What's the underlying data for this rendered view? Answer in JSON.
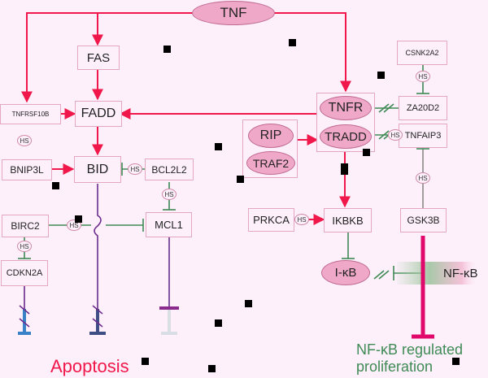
{
  "nodes": {
    "tnf": "TNF",
    "fas": "FAS",
    "fadd": "FADD",
    "tnfrsf10b": "TNFRSF10B",
    "bnip3l": "BNIP3L",
    "bid": "BID",
    "bcl2l2": "BCL2L2",
    "birc2": "BIRC2",
    "mcl1": "MCL1",
    "cdkn2a": "CDKN2A",
    "tnfr": "TNFR",
    "tradd": "TRADD",
    "rip": "RIP",
    "traf2": "TRAF2",
    "csnk2a2": "CSNK2A2",
    "za20d2": "ZA20D2",
    "tnfaip3": "TNFAIP3",
    "prkca": "PRKCA",
    "ikbkb": "IKBKB",
    "gsk3b": "GSK3B",
    "ikb": "I-κB",
    "nfkb": "NF-κB"
  },
  "hs_label": "HS",
  "labels": {
    "apoptosis": "Apoptosis",
    "proliferation_line1": "NF-κB regulated",
    "proliferation_line2": "proliferation"
  },
  "colors": {
    "activation": "#f0174a",
    "inhibition": "#3f8a55",
    "purple_line": "#6b2a8c",
    "apoptosis_text": "#f0174a",
    "proliferation_text": "#3f8a55",
    "proliferation_bar": "#e0086a"
  }
}
